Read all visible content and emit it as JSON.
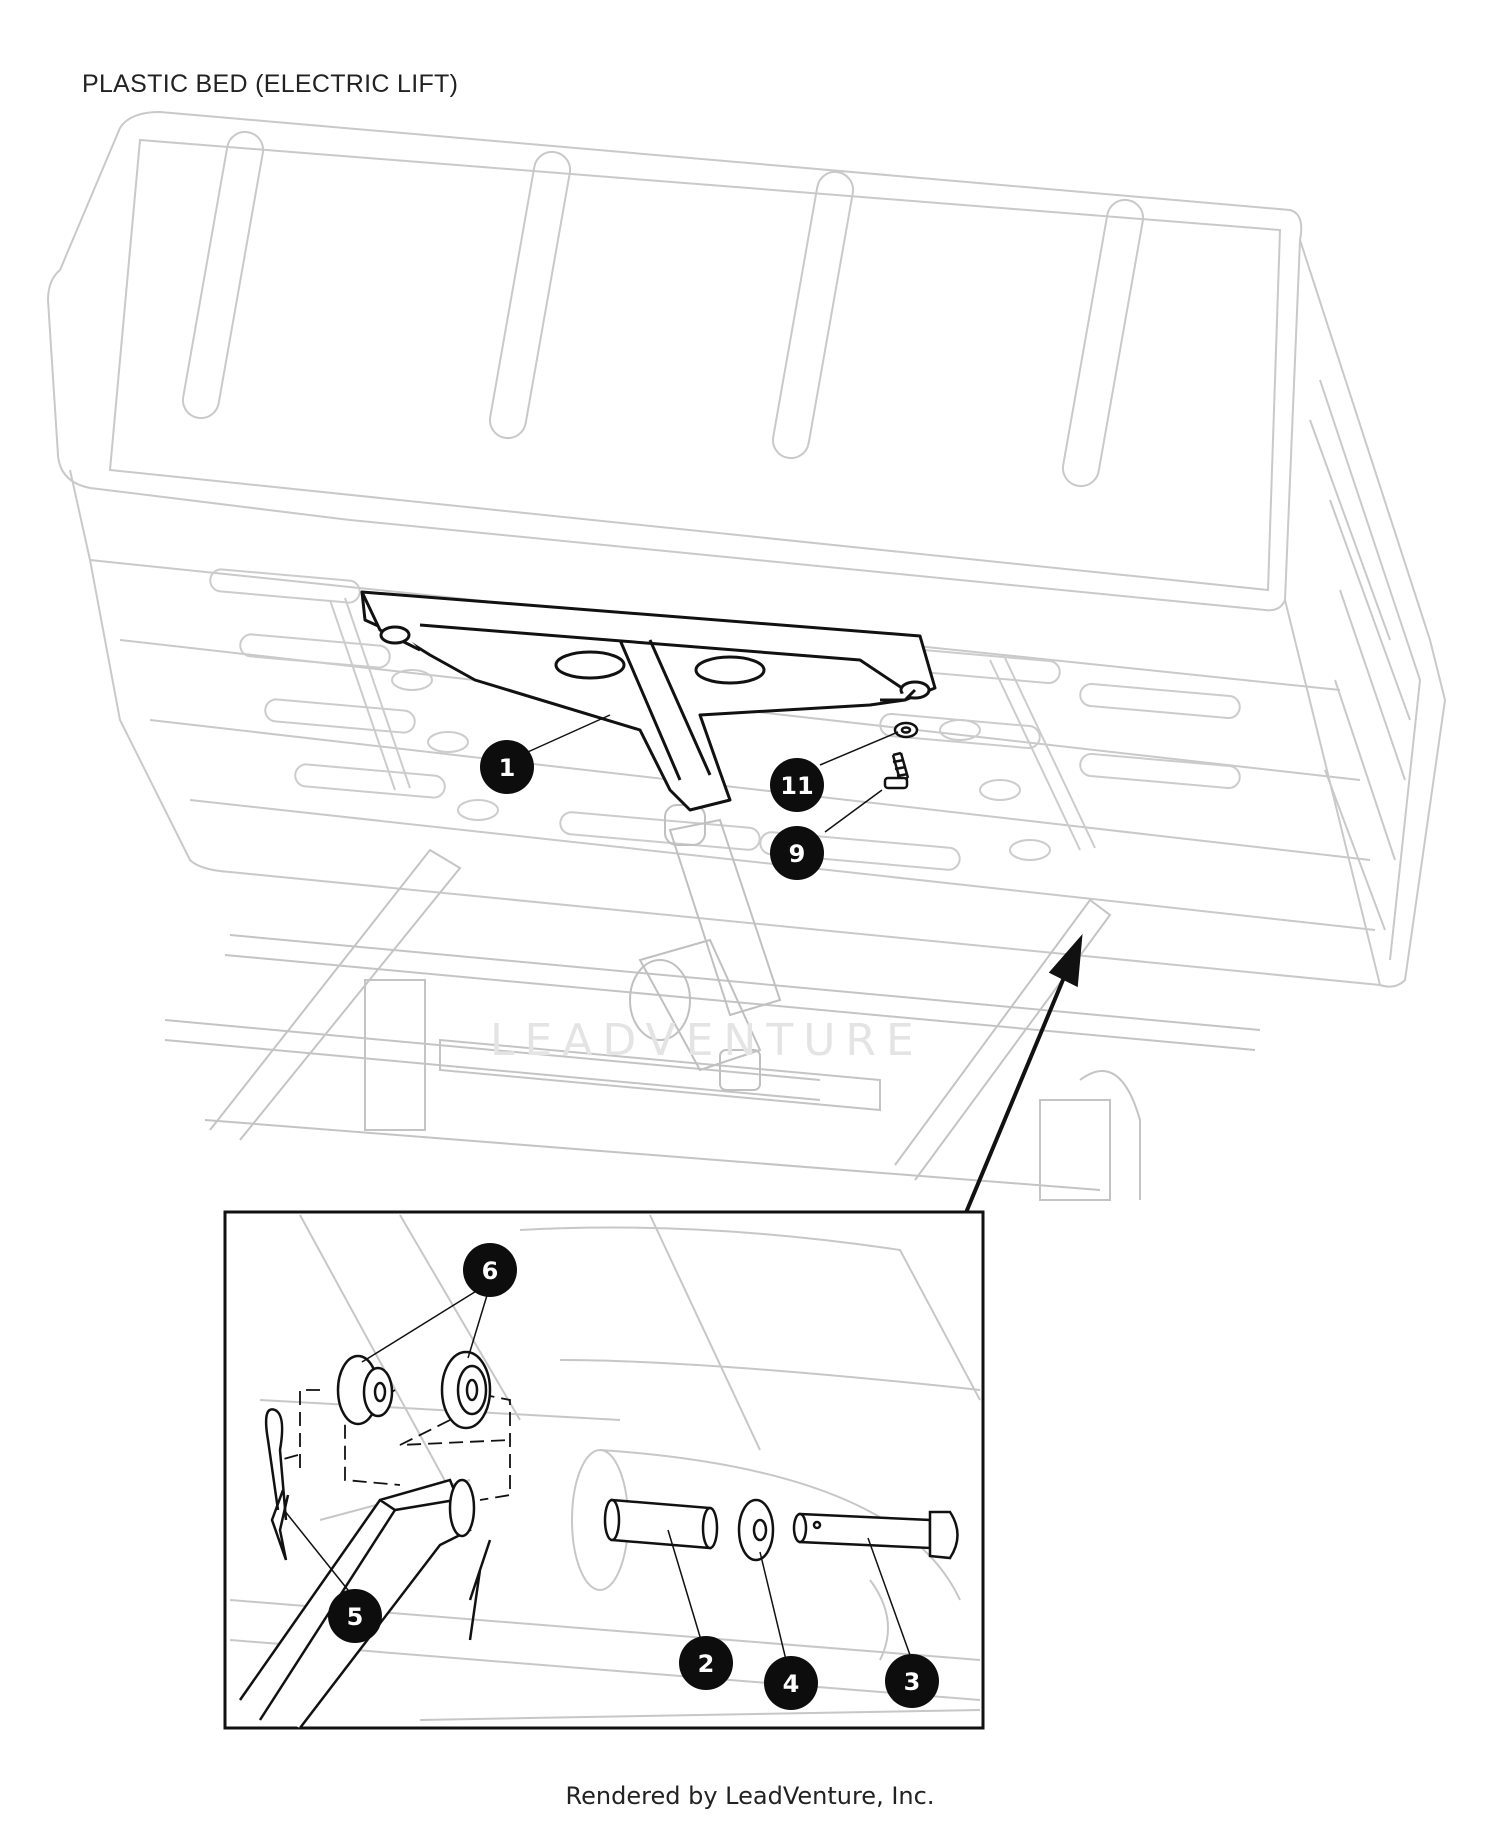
{
  "title": "PLASTIC BED (ELECTRIC LIFT)",
  "footer": "Rendered by LeadVenture, Inc.",
  "watermark": "LEADVENTURE",
  "callouts": [
    {
      "id": "c1",
      "label": "1"
    },
    {
      "id": "c11",
      "label": "11"
    },
    {
      "id": "c9",
      "label": "9"
    },
    {
      "id": "c6",
      "label": "6"
    },
    {
      "id": "c5",
      "label": "5"
    },
    {
      "id": "c2",
      "label": "2"
    },
    {
      "id": "c4",
      "label": "4"
    },
    {
      "id": "c3",
      "label": "3"
    }
  ]
}
